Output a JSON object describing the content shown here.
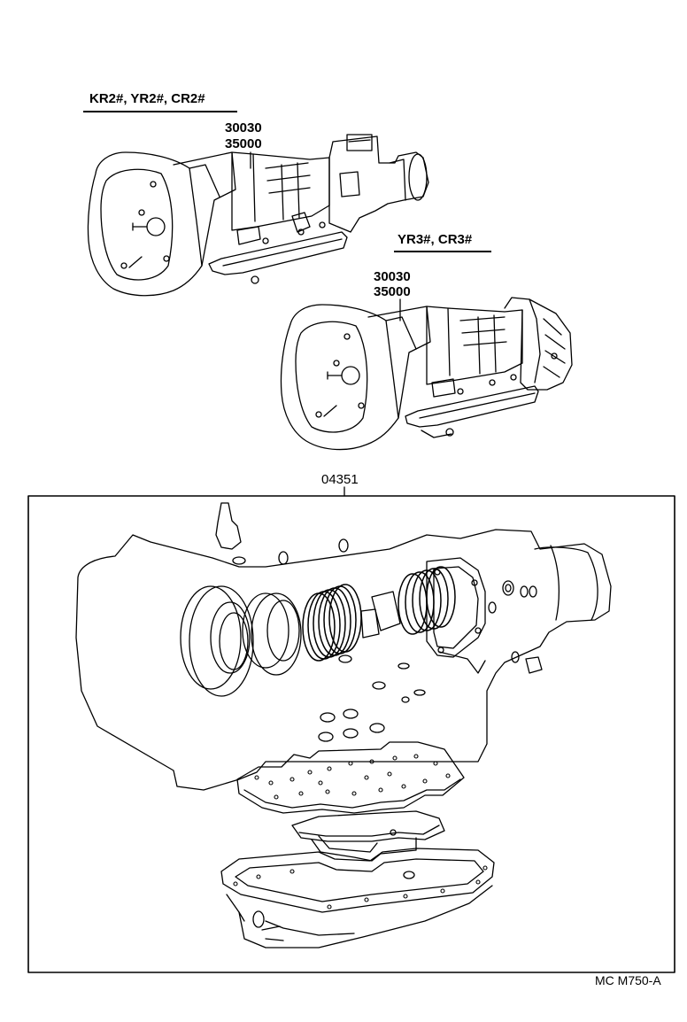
{
  "groups": [
    {
      "models": "KR2#, YR2#, CR2#",
      "parts": [
        "30030",
        "35000"
      ]
    },
    {
      "models": "YR3#, CR3#",
      "parts": [
        "30030",
        "35000"
      ]
    }
  ],
  "kit": {
    "part": "04351"
  },
  "figure_ref": "MC M750-A"
}
